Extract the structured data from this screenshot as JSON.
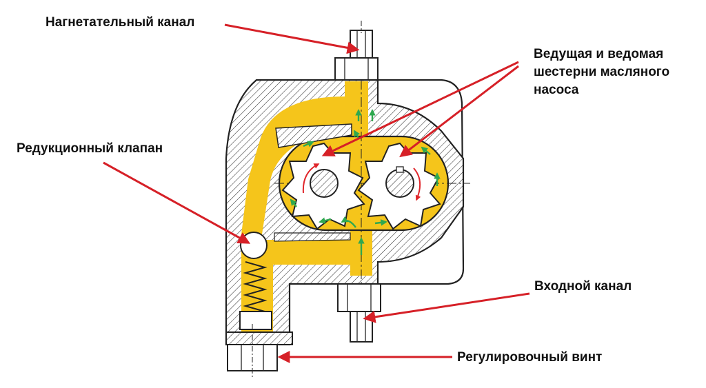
{
  "labels": {
    "discharge_channel": "Нагнетательный канал",
    "gears_line1": "Ведущая и ведомая",
    "gears_line2": "шестерни масляного",
    "gears_line3": "насоса",
    "reducing_valve": "Редукционный клапан",
    "inlet_channel": "Входной канал",
    "adjusting_screw": "Регулировочный винт"
  },
  "colors": {
    "oil": "#f5c51b",
    "outline": "#222222",
    "leader_arrow": "#d62027",
    "flow_arrow": "#2fa84f",
    "rotation_arrow": "#e0262b"
  }
}
